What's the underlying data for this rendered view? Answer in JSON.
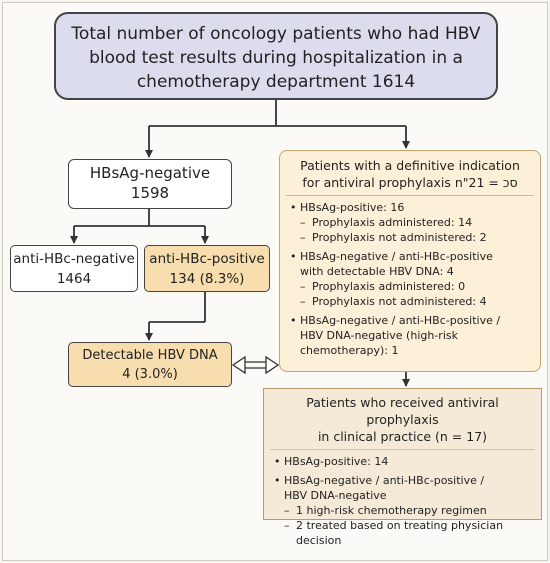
{
  "top_box": {
    "line1": "Total number of oncology patients who had HBV",
    "line2": "blood test results during hospitalization in a",
    "line3": "chemotherapy department 1614"
  },
  "hbsag_negative": {
    "label": "HBsAg-negative",
    "count": "1598"
  },
  "anti_hbc_negative": {
    "label": "anti-HBc-negative",
    "count": "1464"
  },
  "anti_hbc_positive": {
    "label": "anti-HBc-positive",
    "count": "134 (8.3%)"
  },
  "detectable_dna": {
    "label": "Detectable HBV DNA",
    "count": "4 (3.0%)"
  },
  "indication_box": {
    "header_line1": "Patients with a definitive indication",
    "header_line2": "for antiviral prophylaxis n\"סכ = 21",
    "items": [
      {
        "text": "HBsAg-positive: 16"
      },
      {
        "text": "Prophylaxis administered: 14"
      },
      {
        "text": "Prophylaxis not administered: 2"
      },
      {
        "text": "HBsAg-negative / anti-HBc-positive"
      },
      {
        "text": "with detectable HBV DNA: 4"
      },
      {
        "text": "Prophylaxis administered: 0"
      },
      {
        "text": "Prophylaxis not administered: 4"
      },
      {
        "text": "HBsAg-negative / anti-HBc-positive /"
      },
      {
        "text": "HBV DNA-negative (high-risk chemotherapy): 1"
      }
    ]
  },
  "received_box": {
    "header_line1": "Patients who received antiviral prophylaxis",
    "header_line2": "in clinical practice (n = 17)",
    "items": [
      {
        "text": "HBsAg-positive: 14"
      },
      {
        "text": "HBsAg-negative / anti-HBc-positive /"
      },
      {
        "text": "HBV DNA-negative"
      },
      {
        "text": "1 high-risk chemotherapy regimen"
      },
      {
        "text": "2 treated based on treating physician decision"
      }
    ]
  },
  "colors": {
    "top_fill": "#dcdcef",
    "highlight_fill": "#f8deae",
    "indication_fill": "#fcf0d8",
    "received_fill": "#f5ead8",
    "line": "#333333"
  }
}
